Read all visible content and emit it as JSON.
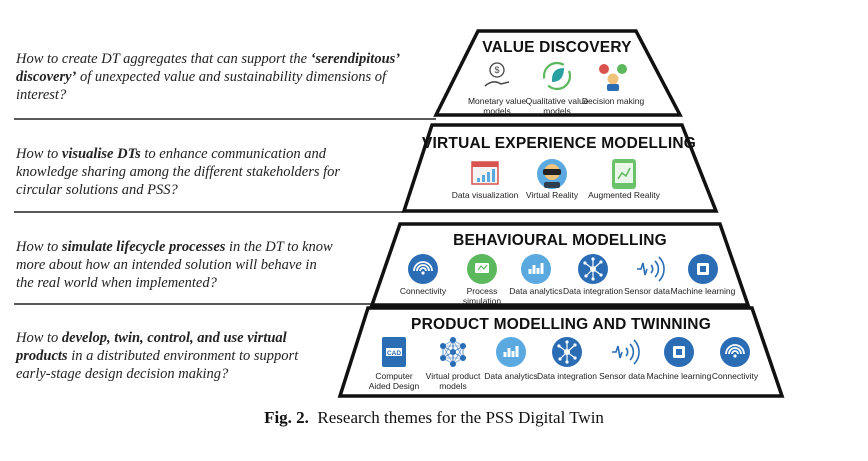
{
  "questions": [
    {
      "pre": "How to create DT aggregates that can support the ",
      "bold": "‘serendipitous’",
      "line2_bold": "discovery’",
      "line2_rest": " of unexpected value and sustainability dimensions of",
      "line3": "interest?"
    },
    {
      "line1_pre": "How to ",
      "line1_bold": "visualise DTs",
      "line1_rest": " to enhance communication and",
      "line2": "knowledge sharing among the different stakeholders for",
      "line3": "circular solutions and PSS?"
    },
    {
      "line1_pre": "How to ",
      "line1_bold": "simulate lifecycle processes",
      "line1_rest": " in the DT to know",
      "line2": "more about how an intended solution will behave in",
      "line3": "the real world when implemented?"
    },
    {
      "line1_pre": "How to ",
      "line1_bold": "develop, twin, control, and use virtual",
      "line2_bold": "products",
      "line2_rest": " in a distributed environment to support",
      "line3": "early-stage design decision making?"
    }
  ],
  "tiers": [
    {
      "title": "VALUE DISCOVERY",
      "items": [
        [
          "Monetary value",
          "models"
        ],
        [
          "Qualitative value",
          "models"
        ],
        [
          "Decision making"
        ]
      ],
      "icons": [
        "money-icon",
        "leaf-value-icon",
        "decision-faces-icon"
      ]
    },
    {
      "title": "VIRTUAL EXPERIENCE MODELLING",
      "items": [
        [
          "Data visualization"
        ],
        [
          "Virtual Reality"
        ],
        [
          "Augmented Reality"
        ]
      ],
      "icons": [
        "data-visualization-icon",
        "vr-headset-icon",
        "augmented-reality-icon"
      ]
    },
    {
      "title": "BEHAVIOURAL MODELLING",
      "items": [
        [
          "Connectivity"
        ],
        [
          "Process",
          "simulation"
        ],
        [
          "Data analytics"
        ],
        [
          "Data integration"
        ],
        [
          "Sensor data"
        ],
        [
          "Machine learning"
        ]
      ],
      "icons": [
        "wifi-icon",
        "process-simulation-icon",
        "bar-chart-icon",
        "network-icon",
        "sensor-icon",
        "chip-icon"
      ]
    },
    {
      "title": "PRODUCT MODELLING AND TWINNING",
      "items": [
        [
          "Computer",
          "Aided Design"
        ],
        [
          "Virtual product",
          "models"
        ],
        [
          "Data analytics"
        ],
        [
          "Data integration"
        ],
        [
          "Sensor data"
        ],
        [
          "Machine learning"
        ],
        [
          "Connectivity"
        ]
      ],
      "icons": [
        "cad-file-icon",
        "virtual-product-icon",
        "bar-chart-icon",
        "network-icon",
        "sensor-icon",
        "chip-icon",
        "wifi-icon"
      ]
    }
  ],
  "caption": {
    "label": "Fig. 2.",
    "text": "Research themes for the PSS Digital Twin"
  },
  "colors": {
    "blue": "#2a6db5",
    "lightblue": "#5aa9e0",
    "green": "#5cb85c",
    "teal": "#2aa0a0",
    "red": "#d9534f",
    "outline": "#111111"
  }
}
